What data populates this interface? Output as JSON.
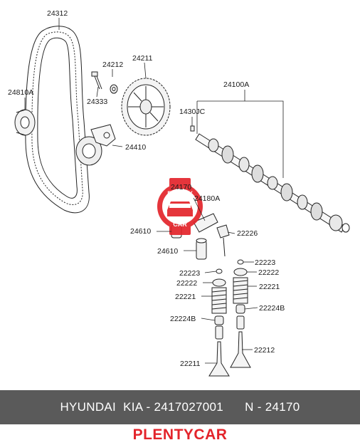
{
  "diagram": {
    "labels": {
      "belt": "24312",
      "idler": "24810A",
      "bolt": "24212",
      "washer": "24333",
      "sprocket": "24211",
      "camshaft": "24100A",
      "pin": "1430JC",
      "tensioner": "24410",
      "highlight_part": "24170",
      "rocker": "24180A",
      "lash_a": "24610",
      "lash_b": "24610",
      "arm": "22226",
      "keeper_r": "22223",
      "keeper_l": "22223",
      "retainer_r": "22222",
      "retainer_l": "22222",
      "spring_l": "22221",
      "spring_r": "22221",
      "seal_l": "22224B",
      "seal_r": "22224B",
      "valve_l": "22211",
      "valve_r": "22212"
    },
    "watermark": {
      "top_text": "PLENTY",
      "bottom_text": "CAR",
      "color": "#e3242b"
    }
  },
  "banner": {
    "text": "HYUNDAI  KIA - 2417027001      N - 24170",
    "background": "#5a5a5a"
  },
  "brand": {
    "text": "PLENTYCAR",
    "color": "#e3242b"
  }
}
